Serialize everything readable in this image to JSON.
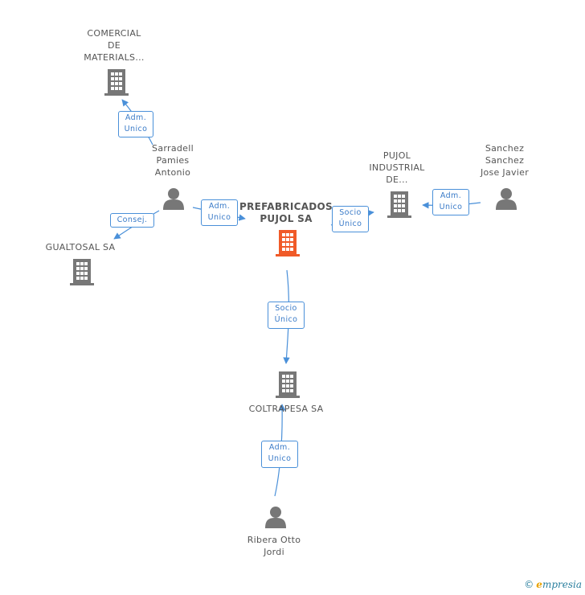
{
  "nodes": {
    "main": {
      "line1": "PREFABRICADOS",
      "line2": "PUJOL SA"
    },
    "comercial": {
      "lines": [
        "COMERCIAL",
        "DE",
        "MATERIALS..."
      ]
    },
    "sarradell": {
      "lines": [
        "Sarradell",
        "Pamies",
        "Antonio"
      ]
    },
    "gualtosal": {
      "label": "GUALTOSAL SA"
    },
    "pujol_industrial": {
      "lines": [
        "PUJOL",
        "INDUSTRIAL",
        "DE..."
      ]
    },
    "sanchez": {
      "lines": [
        "Sanchez",
        "Sanchez",
        "Jose Javier"
      ]
    },
    "coltrapesa": {
      "label": "COLTRAPESA SA"
    },
    "ribera": {
      "lines": [
        "Ribera Otto",
        "Jordi"
      ]
    }
  },
  "edges": {
    "sarradell_comercial": {
      "l1": "Adm.",
      "l2": "Unico"
    },
    "sarradell_gualtosal": {
      "l1": "Consej."
    },
    "sarradell_main": {
      "l1": "Adm.",
      "l2": "Unico"
    },
    "main_pujol": {
      "l1": "Socio",
      "l2": "Único"
    },
    "sanchez_pujol": {
      "l1": "Adm.",
      "l2": "Unico"
    },
    "main_coltrapesa": {
      "l1": "Socio",
      "l2": "Único"
    },
    "ribera_coltrapesa": {
      "l1": "Adm.",
      "l2": "Unico"
    }
  },
  "colors": {
    "edge": "#4a90d9",
    "main_node": "#f05a28",
    "node": "#777777"
  },
  "watermark": {
    "copyright": "©",
    "brand_e": "e",
    "brand_rest": "mpresia"
  }
}
